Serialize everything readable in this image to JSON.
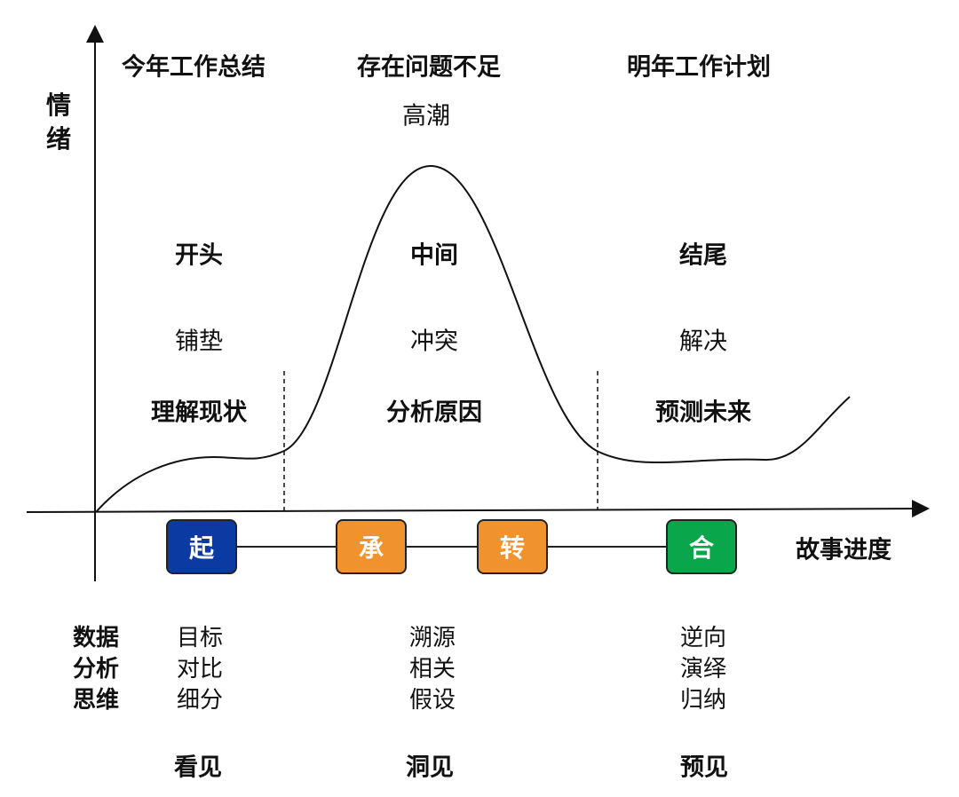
{
  "axes": {
    "y_label": "情绪",
    "x_label": "故事进度"
  },
  "top_titles": [
    "今年工作总结",
    "存在问题不足",
    "明年工作计划"
  ],
  "peak_label": "高潮",
  "sections": [
    {
      "title": "开头",
      "sub": "铺垫",
      "desc": "理解现状"
    },
    {
      "title": "中间",
      "sub": "冲突",
      "desc": "分析原因"
    },
    {
      "title": "结尾",
      "sub": "解决",
      "desc": "预测未来"
    }
  ],
  "stages": [
    {
      "label": "起",
      "color": "#0b3aa3"
    },
    {
      "label": "承",
      "color": "#f0922e"
    },
    {
      "label": "转",
      "color": "#f0922e"
    },
    {
      "label": "合",
      "color": "#0aa64b"
    }
  ],
  "thinking": {
    "label": [
      "数据",
      "分析",
      "思维"
    ],
    "columns": [
      [
        "目标",
        "对比",
        "细分"
      ],
      [
        "溯源",
        "相关",
        "假设"
      ],
      [
        "逆向",
        "演绎",
        "归纳"
      ]
    ]
  },
  "outcomes": [
    "看见",
    "洞见",
    "预见"
  ]
}
